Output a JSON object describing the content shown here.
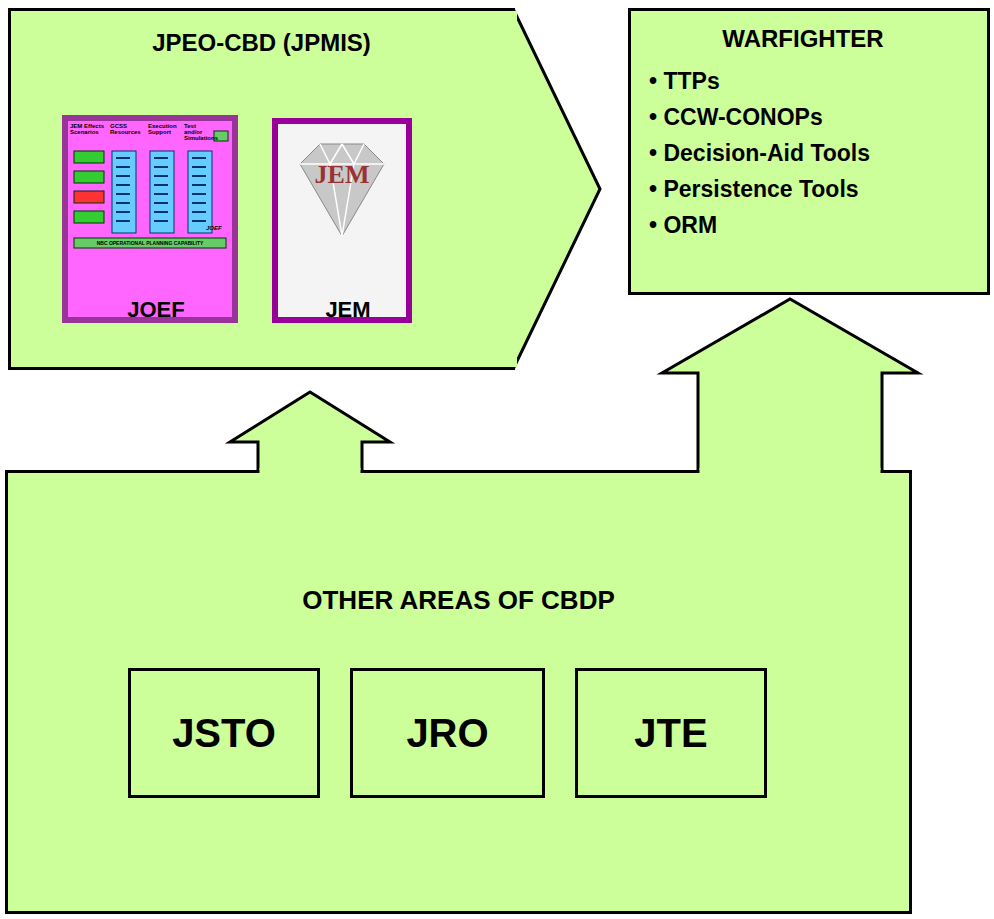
{
  "diagram": {
    "nodes": [
      {
        "text": [
          "JPEO-CBD (JPMIS)"
        ]
      },
      {
        "text": [
          "JOEF"
        ],
        "in": 0
      },
      {
        "text": [
          "JEM"
        ],
        "in": 0
      },
      {
        "text": [
          "WARFIGHTER",
          "• TTPs",
          "• CCW-CONOPs",
          "• Decision-Aid Tools",
          "• Persistence Tools",
          "• ORM"
        ]
      },
      {
        "text": [
          "OTHER AREAS OF CBDP"
        ]
      },
      {
        "text": [
          "JSTO"
        ],
        "in": 4
      },
      {
        "text": [
          "JRO"
        ],
        "in": 4
      },
      {
        "text": [
          "JTE"
        ],
        "in": 4
      }
    ],
    "edges": [
      {
        "from": 0,
        "to": 3,
        "arrow": "to"
      },
      {
        "from": 4,
        "to": 0,
        "arrow": "to"
      },
      {
        "from": 4,
        "to": 3,
        "arrow": "to"
      }
    ],
    "labels": [
      "JEM Effects Scenarios",
      "GCSS Resources",
      "Execution Support",
      "Test and/or Simulations",
      "NBC OPERATIONAL PLANNING CAPABILITY",
      "JOEF",
      "JEM"
    ]
  }
}
